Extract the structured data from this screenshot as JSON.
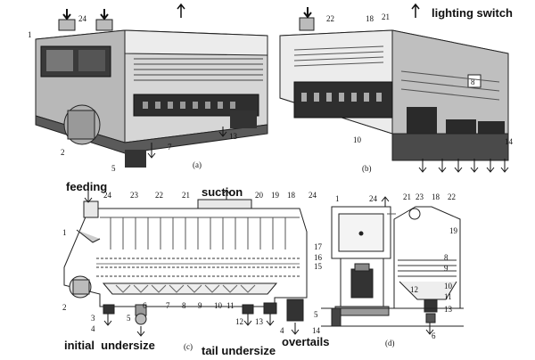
{
  "panels": {
    "a": {
      "label": "(a)",
      "callouts": [
        "1",
        "24",
        "2",
        "5",
        "7",
        "13"
      ]
    },
    "b": {
      "label": "(b)",
      "callouts": [
        "22",
        "18",
        "21",
        "10",
        "14",
        "8"
      ]
    },
    "c": {
      "label": "(c)",
      "callouts": [
        "1",
        "24",
        "23",
        "22",
        "21",
        "20",
        "19",
        "18",
        "24",
        "17",
        "16",
        "15",
        "2",
        "3",
        "4",
        "5",
        "6",
        "7",
        "8",
        "9",
        "10",
        "11",
        "12",
        "13",
        "4",
        "14"
      ]
    },
    "d": {
      "label": "(d)",
      "callouts": [
        "1",
        "24",
        "21",
        "23",
        "18",
        "22",
        "19",
        "8",
        "9",
        "10",
        "11",
        "12",
        "13",
        "5",
        "6"
      ]
    }
  },
  "captions": {
    "lighting_switch": "lighting switch",
    "feeding": "feeding",
    "suction": "suction",
    "initial_undersize": "initial  undersize",
    "tail_undersize": "tail undersize",
    "overtails": "overtails"
  },
  "colors": {
    "line": "#222222",
    "machine_light": "#d9d9d9",
    "machine_mid": "#9a9a9a",
    "machine_dark": "#3a3a3a"
  }
}
